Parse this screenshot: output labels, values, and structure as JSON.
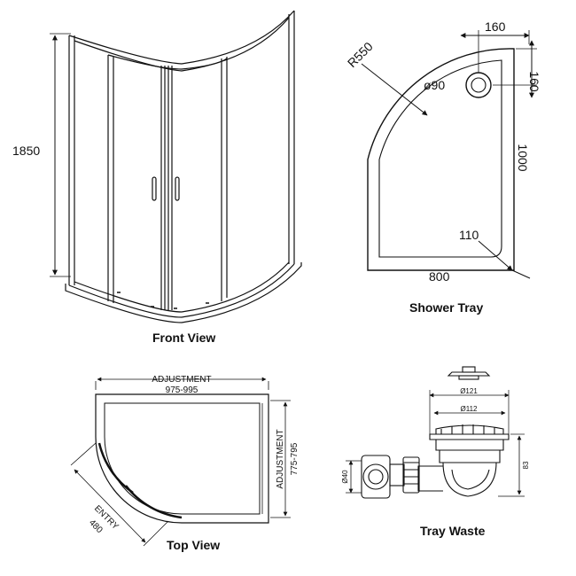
{
  "front_view": {
    "title": "Front View",
    "height_label": "1850"
  },
  "shower_tray": {
    "title": "Shower Tray",
    "radius_label": "R550",
    "waste_diameter_label": "ø90",
    "top_offset_label": "160",
    "side_offset_label": "160",
    "length_label": "1000",
    "width_label": "800",
    "corner_label": "110"
  },
  "top_view": {
    "title": "Top View",
    "width_caption": "ADJUSTMENT",
    "width_range": "975-995",
    "depth_caption": "ADJUSTMENT",
    "depth_range": "775-795",
    "entry_caption": "ENTRY",
    "entry_value": "480"
  },
  "tray_waste": {
    "title": "Tray Waste",
    "outer_diameter_label": "Ø121",
    "inner_diameter_label": "Ø112",
    "height_label": "83",
    "outlet_label": "Ø40"
  }
}
